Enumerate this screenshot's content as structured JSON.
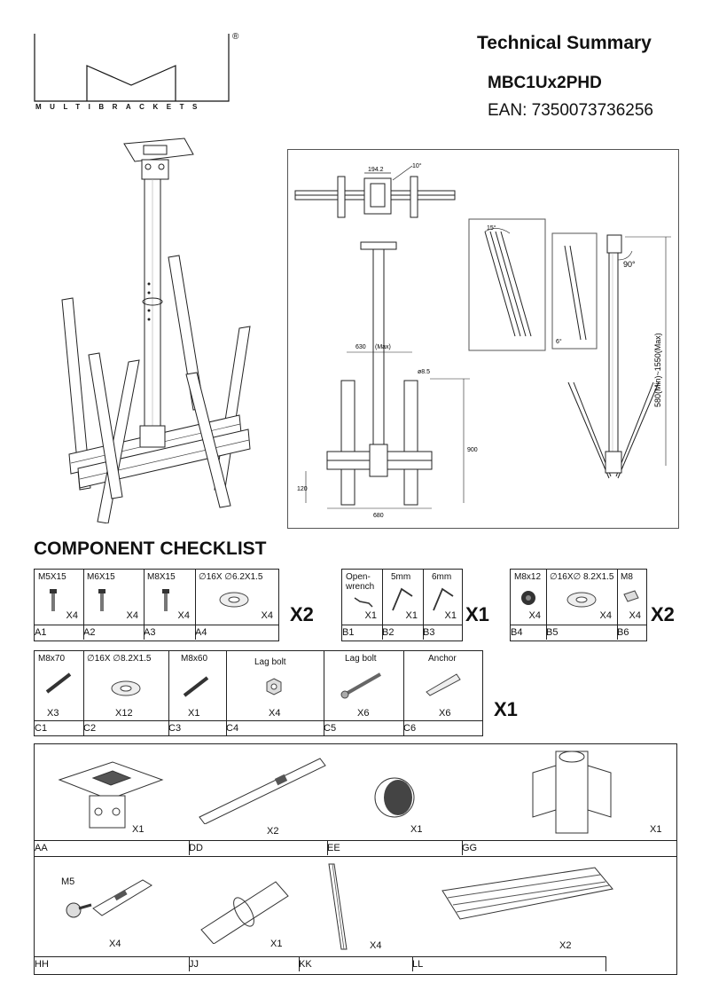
{
  "brand": {
    "registered": "®",
    "name": "MULTIBRACKETS"
  },
  "header": {
    "title": "Technical Summary",
    "model": "MBC1Ux2PHD",
    "ean": "EAN: 7350073736256"
  },
  "dimensions": {
    "d1": "194.2",
    "d2": "10°",
    "d3": "630",
    "d4": "(Max)",
    "d5": "ø8.5",
    "d6": "900",
    "d7": "120",
    "d8": "680",
    "d9": "90°",
    "d10": "580(Min)~1550(Max)",
    "d11": "15°",
    "d12": "6°"
  },
  "checklist": {
    "title": "COMPONENT CHECKLIST",
    "group_a": {
      "items": [
        {
          "size": "M5X15",
          "qty": "X4",
          "code": "A1"
        },
        {
          "size": "M6X15",
          "qty": "X4",
          "code": "A2"
        },
        {
          "size": "M8X15",
          "qty": "X4",
          "code": "A3"
        },
        {
          "size": "∅16X ∅6.2X1.5",
          "qty": "X4",
          "code": "A4"
        }
      ],
      "multiplier": "X2"
    },
    "group_b1": {
      "items": [
        {
          "size": "Open-wrench",
          "qty": "X1",
          "code": "B1"
        },
        {
          "size": "5mm",
          "qty": "X1",
          "code": "B2"
        },
        {
          "size": "6mm",
          "qty": "X1",
          "code": "B3"
        }
      ],
      "multiplier": "X1"
    },
    "group_b2": {
      "items": [
        {
          "size": "M8x12",
          "qty": "X4",
          "code": "B4"
        },
        {
          "size": "∅16X∅ 8.2X1.5",
          "qty": "X4",
          "code": "B5"
        },
        {
          "size": "M8",
          "qty": "X4",
          "code": "B6"
        }
      ],
      "multiplier": "X2"
    },
    "group_c": {
      "items": [
        {
          "size": "M8x70",
          "qty": "X3",
          "code": "C1"
        },
        {
          "size": "∅16X ∅8.2X1.5",
          "qty": "X12",
          "code": "C2"
        },
        {
          "size": "M8x60",
          "qty": "X1",
          "code": "C3"
        },
        {
          "size": "Lag bolt",
          "qty": "X4",
          "code": "C4"
        },
        {
          "size": "Lag bolt",
          "qty": "X6",
          "code": "C5"
        },
        {
          "size": "Anchor",
          "qty": "X6",
          "code": "C6"
        }
      ],
      "multiplier": "X1"
    }
  },
  "parts_row1": [
    {
      "qty": "X1",
      "code": "AA"
    },
    {
      "qty": "X2",
      "code": "DD"
    },
    {
      "qty": "X1",
      "code": "EE"
    },
    {
      "qty": "X1",
      "code": "GG"
    }
  ],
  "parts_row2": [
    {
      "label": "M5",
      "qty": "X4",
      "code": "HH"
    },
    {
      "qty": "X1",
      "code": "JJ"
    },
    {
      "qty": "X4",
      "code": "KK"
    },
    {
      "qty": "X2",
      "code": "LL"
    }
  ]
}
